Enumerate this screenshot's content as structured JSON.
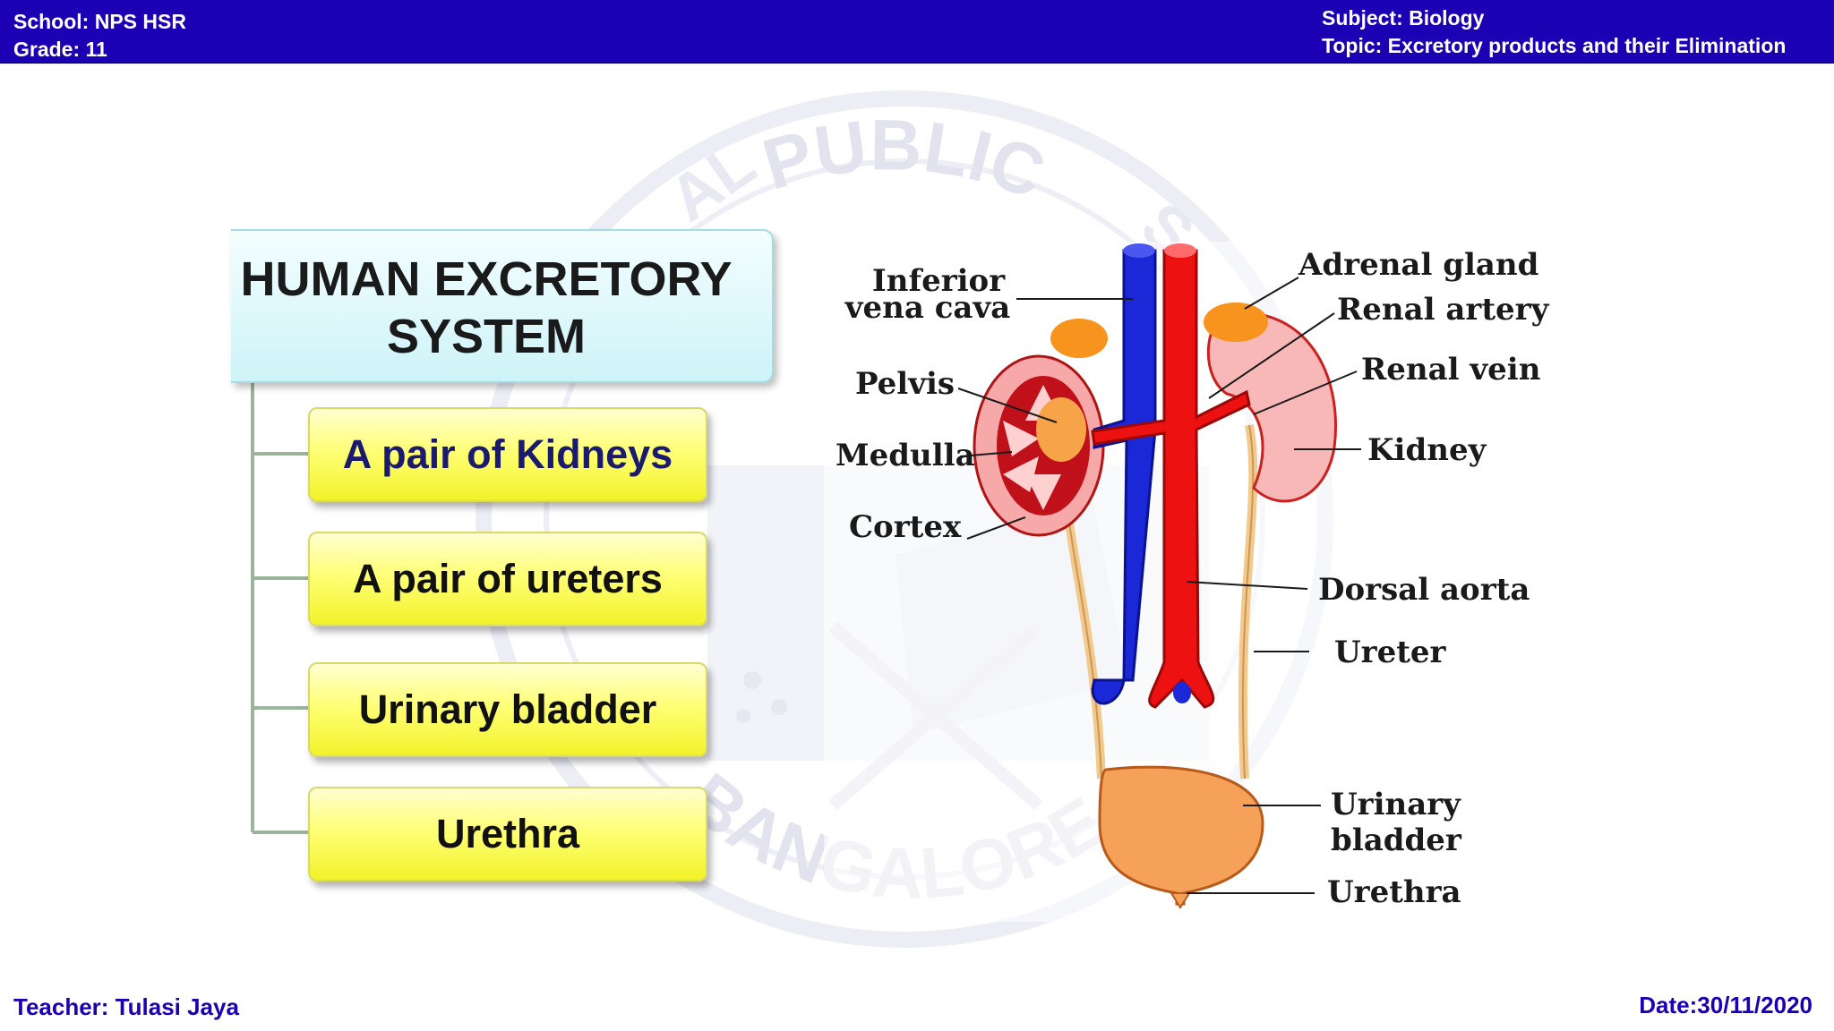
{
  "header": {
    "school": "School: NPS HSR",
    "grade": "Grade: 11",
    "subject": "Subject: Biology",
    "topic": "Topic: Excretory products and their Elimination"
  },
  "watermark": {
    "top_text": "PUBLIC",
    "side_text": "AL",
    "right_text": "S",
    "bottom_text": "BANGALORE"
  },
  "title": {
    "line1": "HUMAN EXCRETORY",
    "line2": "SYSTEM"
  },
  "items": [
    {
      "label": "A pair of Kidneys"
    },
    {
      "label": "A pair of ureters"
    },
    {
      "label": "Urinary bladder"
    },
    {
      "label": "Urethra"
    }
  ],
  "diagram_labels": {
    "inferior_1": "Inferior",
    "inferior_2": "vena cava",
    "pelvis": "Pelvis",
    "medulla": "Medulla",
    "cortex": "Cortex",
    "adrenal_gland": "Adrenal gland",
    "renal_artery": "Renal artery",
    "renal_vein": "Renal vein",
    "kidney": "Kidney",
    "dorsal_aorta": "Dorsal aorta",
    "ureter": "Ureter",
    "urinary_1": "Urinary",
    "urinary_2": "bladder",
    "urethra": "Urethra"
  },
  "footer": {
    "teacher": "Teacher: Tulasi Jaya",
    "date": "Date:30/11/2020"
  },
  "colors": {
    "header_bg": "#1c00b4",
    "artery": "#ee1111",
    "vein": "#1a28d8",
    "kidney": "#f8b8b8",
    "adrenal": "#f7941d",
    "bladder": "#f5a15a",
    "ureter": "#f3c98c"
  }
}
